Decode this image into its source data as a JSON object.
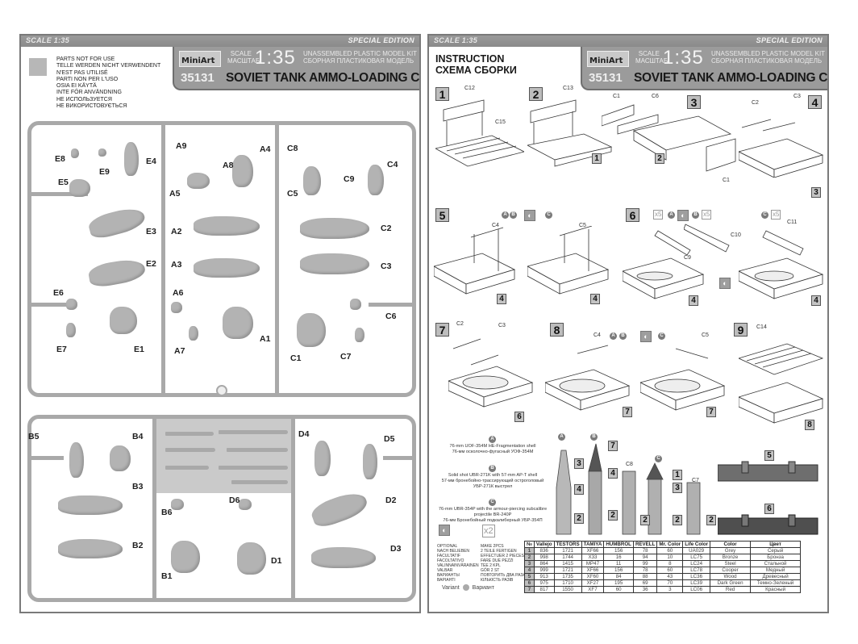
{
  "header": {
    "scale_tag": "SCALE 1:35",
    "edition": "SPECIAL EDITION",
    "brand": "MiniArt",
    "scale_label_en": "SCALE",
    "scale_label_ru": "МАСШТАБ",
    "scale_value": "1:35",
    "kit_type_en": "UNASSEMBLED PLASTIC MODEL KIT",
    "kit_type_ru": "СБОРНАЯ ПЛАСТИКОВАЯ МОДЕЛЬ",
    "kit_number": "35131",
    "kit_title": "SOVIET TANK AMMO-LOADING CREW"
  },
  "left_page": {
    "not_for_use": [
      "PARTS NOT FOR USE",
      "TELLE WERDEN NICHT VERWENDENT",
      "N'EST PAS UTILISÉ",
      "PARTI NON PER  L'USO",
      "OSIA EI KÄYTÄ",
      "INTE FÖR ANVÄNDNING",
      "НЕ ИСПОЛЬЗУЕТСЯ",
      "НЕ ВИКОРИСТОВУЄТЬСЯ"
    ],
    "sprue_top_labels": [
      "E8",
      "E9",
      "E4",
      "E5",
      "E3",
      "E2",
      "E6",
      "E7",
      "E1",
      "A9",
      "A8",
      "A4",
      "A5",
      "A2",
      "A3",
      "A6",
      "A7",
      "A1",
      "C8",
      "C9",
      "C4",
      "C5",
      "C2",
      "C3",
      "C6",
      "C1",
      "C7"
    ],
    "sprue_bottom_labels": [
      "B5",
      "B4",
      "B3",
      "B6",
      "B2",
      "B1",
      "D4",
      "D5",
      "D6",
      "D2",
      "D3",
      "D1"
    ]
  },
  "right_page": {
    "title_en": "INSTRUCTION",
    "title_ru": "СХЕМА СБОРКИ",
    "steps": [
      {
        "num": "1",
        "parts": [
          "C12",
          "C15"
        ]
      },
      {
        "num": "2",
        "parts": [
          "C13"
        ],
        "ref": "1"
      },
      {
        "num": "3",
        "parts": [
          "C1",
          "C6",
          "C1"
        ],
        "ref": "2"
      },
      {
        "num": "4",
        "parts": [
          "C2",
          "C3"
        ],
        "ref": "3"
      },
      {
        "num": "5",
        "parts": [
          "C4",
          "C5"
        ],
        "ref": "4",
        "variants": [
          "A",
          "B",
          "C"
        ]
      },
      {
        "num": "6",
        "parts": [
          "C9",
          "C10",
          "C11"
        ],
        "ref": "4",
        "multiplier": "x5",
        "variants": [
          "A",
          "B",
          "C"
        ]
      },
      {
        "num": "7",
        "parts": [
          "C2",
          "C3"
        ],
        "ref": "6"
      },
      {
        "num": "8",
        "parts": [
          "C4",
          "C5"
        ],
        "ref": "7",
        "variants": [
          "A",
          "B",
          "C"
        ]
      },
      {
        "num": "9",
        "parts": [
          "C14"
        ],
        "ref": "8"
      }
    ],
    "shell_variants": [
      {
        "letter": "A",
        "en": "76-mm UOF-354M HE-Fragmentation shell",
        "ru": "76-мм осколочно-фугасный УОФ-354М"
      },
      {
        "letter": "B",
        "en": "Solid shot UBR-271K with 57-mm AP-T shell",
        "ru": "57-мм бронебойно-трассирующий остроголовый УБР-271К выстрел"
      },
      {
        "letter": "C",
        "en": "76-mm UBR-354P with the armour-piercing subcalibre projectile BR-240P",
        "ru": "76-мм Бронебойный подкалиберный УБР-354П"
      }
    ],
    "shell_parts": [
      {
        "variant": "A",
        "color_refs": [
          "3",
          "4",
          "2"
        ]
      },
      {
        "variant": "B",
        "color_refs": [
          "7",
          "4",
          "2"
        ]
      },
      {
        "part": "C8",
        "color_refs": [
          "2"
        ]
      },
      {
        "variant": "C",
        "color_refs": [
          "1",
          "3",
          "2"
        ]
      },
      {
        "part": "C7",
        "color_refs": [
          "2"
        ]
      }
    ],
    "crate_color_refs": [
      "5",
      "6"
    ],
    "optional_label": [
      "OPTIONAL",
      "NACH BELIEBEN",
      "FACULTATIF",
      "FACOLTATIVO",
      "VALINNAINVÄRAINEN",
      "VALBAR",
      "ВАРИАНТЫ",
      "ВАРІАНТІ"
    ],
    "make_label": [
      "MAKE 2pcs",
      "2 TEILE FERTIGEN",
      "EFFECTUER 2 PIECES",
      "FARE DUE PEZZI",
      "TEE 2 KPL",
      "GÖR 2 ST",
      "ПОВТОРИТЬ ДВА РАЗА",
      "КІЛЬКІСТЬ РАЗІВ"
    ],
    "make_badge": "x2",
    "variant_en": "Variant",
    "variant_ru": "Вариант"
  },
  "paint_table": {
    "headers": [
      "№",
      "Vallejo",
      "TESTORS",
      "TAMIYA",
      "HUMBROL",
      "REVELL",
      "Mr. Color",
      "Life Color",
      "Color",
      "Цвет"
    ],
    "rows": [
      [
        "1",
        "836",
        "1721",
        "XF66",
        "156",
        "78",
        "60",
        "UA029",
        "Grey",
        "Серый"
      ],
      [
        "2",
        "998",
        "1744",
        "X33",
        "16",
        "94",
        "10",
        "LC75",
        "Bronze",
        "Бронза"
      ],
      [
        "3",
        "864",
        "1415",
        "MP47",
        "11",
        "99",
        "8",
        "LC24",
        "Steel",
        "Стальной"
      ],
      [
        "4",
        "999",
        "1721",
        "XF66",
        "156",
        "78",
        "60",
        "LC78",
        "Cooper",
        "Медный"
      ],
      [
        "5",
        "913",
        "1735",
        "XF60",
        "84",
        "88",
        "43",
        "LC36",
        "Wood",
        "Древесный"
      ],
      [
        "6",
        "975",
        "1710",
        "XF27",
        "195",
        "69",
        "70",
        "LC39",
        "Dark Green",
        "Темно-Зеленый"
      ],
      [
        "7",
        "817",
        "1550",
        "XF7",
        "60",
        "36",
        "3",
        "LC06",
        "Red",
        "Красный"
      ]
    ]
  },
  "colors": {
    "sprue": "#a9a9a9",
    "header_band": "#9b9b9b",
    "step_box": "#bdbdbd"
  }
}
